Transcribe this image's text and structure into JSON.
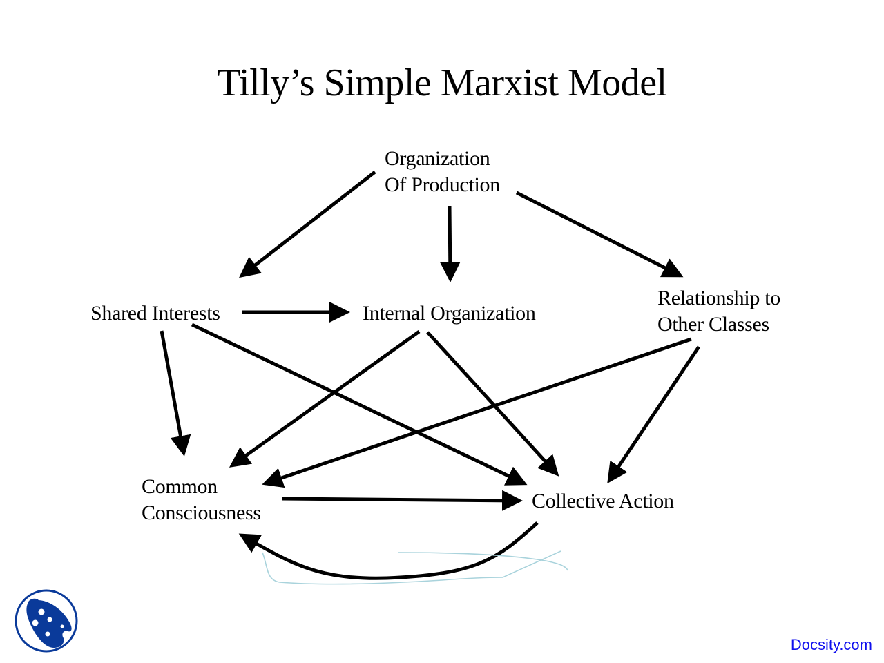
{
  "slide": {
    "title": "Tilly’s Simple Marxist Model"
  },
  "nodes": {
    "organization_of_production": {
      "lines": [
        "Organization",
        "Of Production"
      ]
    },
    "shared_interests": {
      "lines": [
        "Shared Interests"
      ]
    },
    "internal_organization": {
      "lines": [
        "Internal Organization"
      ]
    },
    "relationship_to_other_classes": {
      "lines": [
        "Relationship to",
        "Other Classes"
      ]
    },
    "common_consciousness": {
      "lines": [
        "Common",
        "Consciousness"
      ]
    },
    "collective_action": {
      "lines": [
        "Collective Action"
      ]
    }
  },
  "edges": [
    {
      "from": "Organization Of Production",
      "to": "Shared Interests"
    },
    {
      "from": "Organization Of Production",
      "to": "Internal Organization"
    },
    {
      "from": "Organization Of Production",
      "to": "Relationship to Other Classes"
    },
    {
      "from": "Shared Interests",
      "to": "Internal Organization"
    },
    {
      "from": "Shared Interests",
      "to": "Common Consciousness"
    },
    {
      "from": "Shared Interests",
      "to": "Collective Action"
    },
    {
      "from": "Internal Organization",
      "to": "Common Consciousness"
    },
    {
      "from": "Internal Organization",
      "to": "Collective Action"
    },
    {
      "from": "Relationship to Other Classes",
      "to": "Common Consciousness"
    },
    {
      "from": "Relationship to Other Classes",
      "to": "Collective Action"
    },
    {
      "from": "Common Consciousness",
      "to": "Collective Action"
    },
    {
      "from": "Collective Action",
      "to": "Common Consciousness",
      "style": "curved"
    }
  ],
  "footer": {
    "brand": "Docsity.com",
    "logo_icon": "docsity-logo-icon"
  },
  "colors": {
    "text": "#000000",
    "arrow": "#000000",
    "brand": "#1010ee",
    "logo": "#0a3a9a",
    "annotation": "#a9d3dc"
  }
}
